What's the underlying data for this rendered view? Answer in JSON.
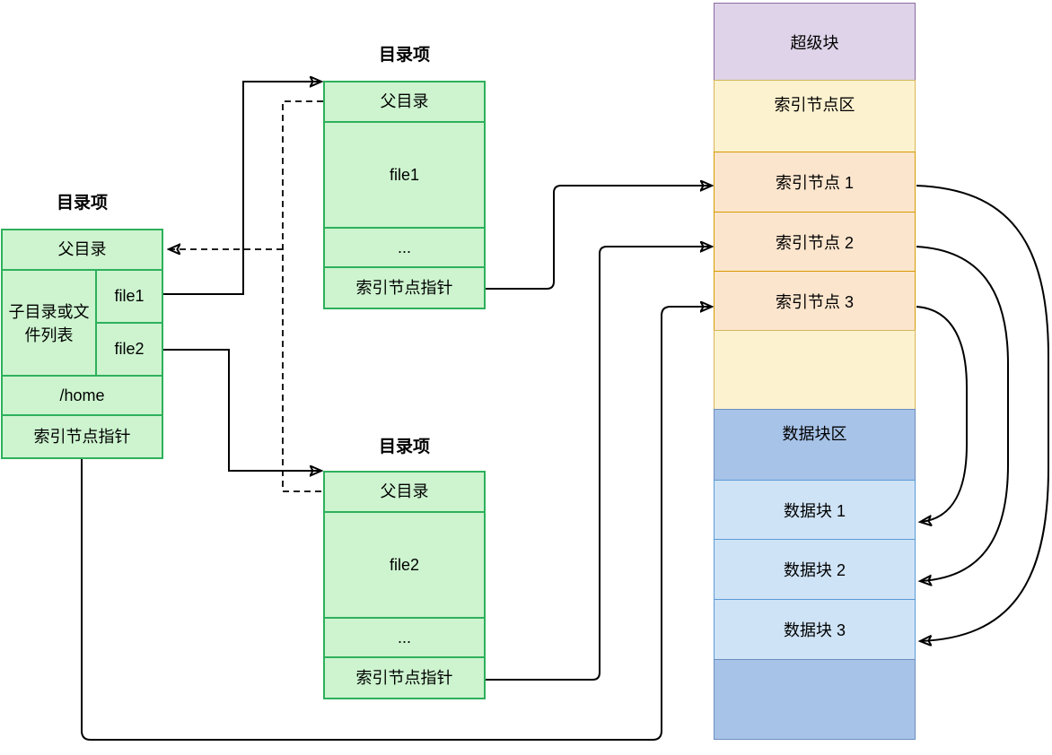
{
  "entry_left": {
    "title": "目录项",
    "parent": "父目录",
    "children_label": "子目录或文件列表",
    "file1": "file1",
    "file2": "file2",
    "path": "/home",
    "inode_ptr": "索引节点指针"
  },
  "entry_file1": {
    "title": "目录项",
    "parent": "父目录",
    "name": "file1",
    "more": "...",
    "inode_ptr": "索引节点指针"
  },
  "entry_file2": {
    "title": "目录项",
    "parent": "父目录",
    "name": "file2",
    "more": "...",
    "inode_ptr": "索引节点指针"
  },
  "disk": {
    "superblock": "超级块",
    "inode_area": "索引节点区",
    "inode1": "索引节点 1",
    "inode2": "索引节点 2",
    "inode3": "索引节点 3",
    "data_area": "数据块区",
    "block1": "数据块 1",
    "block2": "数据块 2",
    "block3": "数据块 3"
  },
  "colors": {
    "entry_fill": "#cdf4cf",
    "entry_stroke": "#2eb05c",
    "superblock_fill": "#ded3e9",
    "superblock_stroke": "#8a6ba1",
    "inode_area_fill": "#fdf2cf",
    "inode_area_stroke": "#d6b656",
    "inode_fill": "#fbe5cd",
    "inode_stroke": "#d79b00",
    "data_area_fill": "#a7c3e8",
    "data_area_stroke": "#6c8ebf",
    "data_block_fill": "#cfe3f6",
    "data_block_stroke": "#5b9bd5",
    "arrow": "#000000"
  }
}
